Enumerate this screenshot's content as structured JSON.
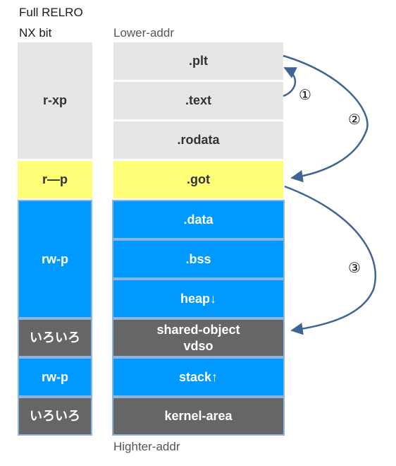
{
  "header": {
    "line1": "Full RELRO",
    "line2": "NX bit",
    "lower_addr": "Lower-addr",
    "higher_addr": "Highter-addr"
  },
  "permissions": [
    {
      "label": "r-xp",
      "color": "#e6e6e6",
      "text_color": "#333333"
    },
    {
      "label": "r—p",
      "color": "#ffff77",
      "text_color": "#333333"
    },
    {
      "label": "rw-p",
      "color": "#0099ff",
      "text_color": "#ffffff"
    },
    {
      "label": "いろいろ",
      "color": "#666666",
      "text_color": "#ffffff"
    },
    {
      "label": "rw-p",
      "color": "#0099ff",
      "text_color": "#ffffff"
    },
    {
      "label": "いろいろ",
      "color": "#666666",
      "text_color": "#ffffff"
    }
  ],
  "sections": [
    {
      "label": ".plt",
      "label2": "",
      "color": "#e6e6e6",
      "text_color": "#333333"
    },
    {
      "label": ".text",
      "label2": "",
      "color": "#e6e6e6",
      "text_color": "#333333"
    },
    {
      "label": ".rodata",
      "label2": "",
      "color": "#e6e6e6",
      "text_color": "#333333"
    },
    {
      "label": ".got",
      "label2": "",
      "color": "#ffff77",
      "text_color": "#333333"
    },
    {
      "label": ".data",
      "label2": "",
      "color": "#0099ff",
      "text_color": "#ffffff"
    },
    {
      "label": ".bss",
      "label2": "",
      "color": "#0099ff",
      "text_color": "#ffffff"
    },
    {
      "label": "heap↓",
      "label2": "",
      "color": "#0099ff",
      "text_color": "#ffffff"
    },
    {
      "label": "shared-object",
      "label2": "vdso",
      "color": "#666666",
      "text_color": "#ffffff"
    },
    {
      "label": "stack↑",
      "label2": "",
      "color": "#0099ff",
      "text_color": "#ffffff"
    },
    {
      "label": "kernel-area",
      "label2": "",
      "color": "#666666",
      "text_color": "#ffffff"
    }
  ],
  "arrows": [
    {
      "label": "①",
      "from": ".text",
      "to": ".plt"
    },
    {
      "label": "②",
      "from": ".plt",
      "to": ".got"
    },
    {
      "label": "③",
      "from": ".got",
      "to": "shared-object"
    }
  ],
  "colors": {
    "arrow": "#3f6496",
    "border": "#8db4dc"
  }
}
